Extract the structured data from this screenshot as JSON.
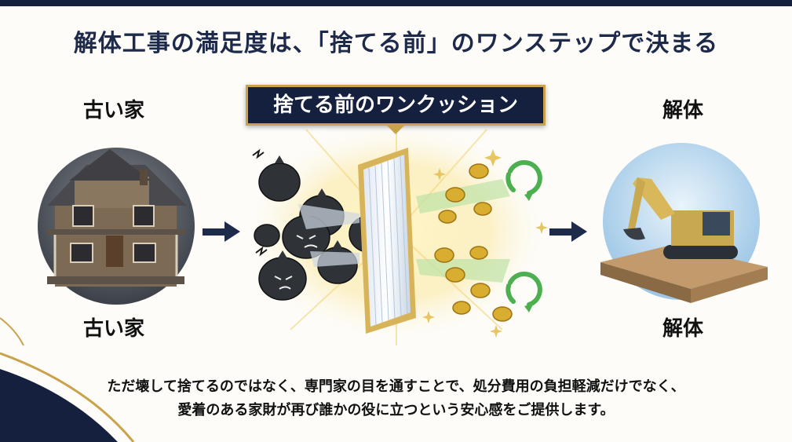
{
  "title": "解体工事の満足度は、「捨てる前」のワンステップで決まる",
  "banner": "捨てる前のワンクッション",
  "left": {
    "top_label": "古い家",
    "bottom_label": "古い家"
  },
  "right": {
    "top_label": "解体",
    "bottom_label": "解体"
  },
  "caption": {
    "line1": "ただ壊して捨てるのではなく、専門家の目を通すことで、処分費用の負担軽減だけでなく、",
    "line2": "愛着のある家財が再び誰かの役に立つという安心感をご提供します。"
  },
  "colors": {
    "navy": "#14203d",
    "gold": "#c9a24a",
    "coin": "#d9ad2f",
    "recycle": "#4caf50"
  }
}
